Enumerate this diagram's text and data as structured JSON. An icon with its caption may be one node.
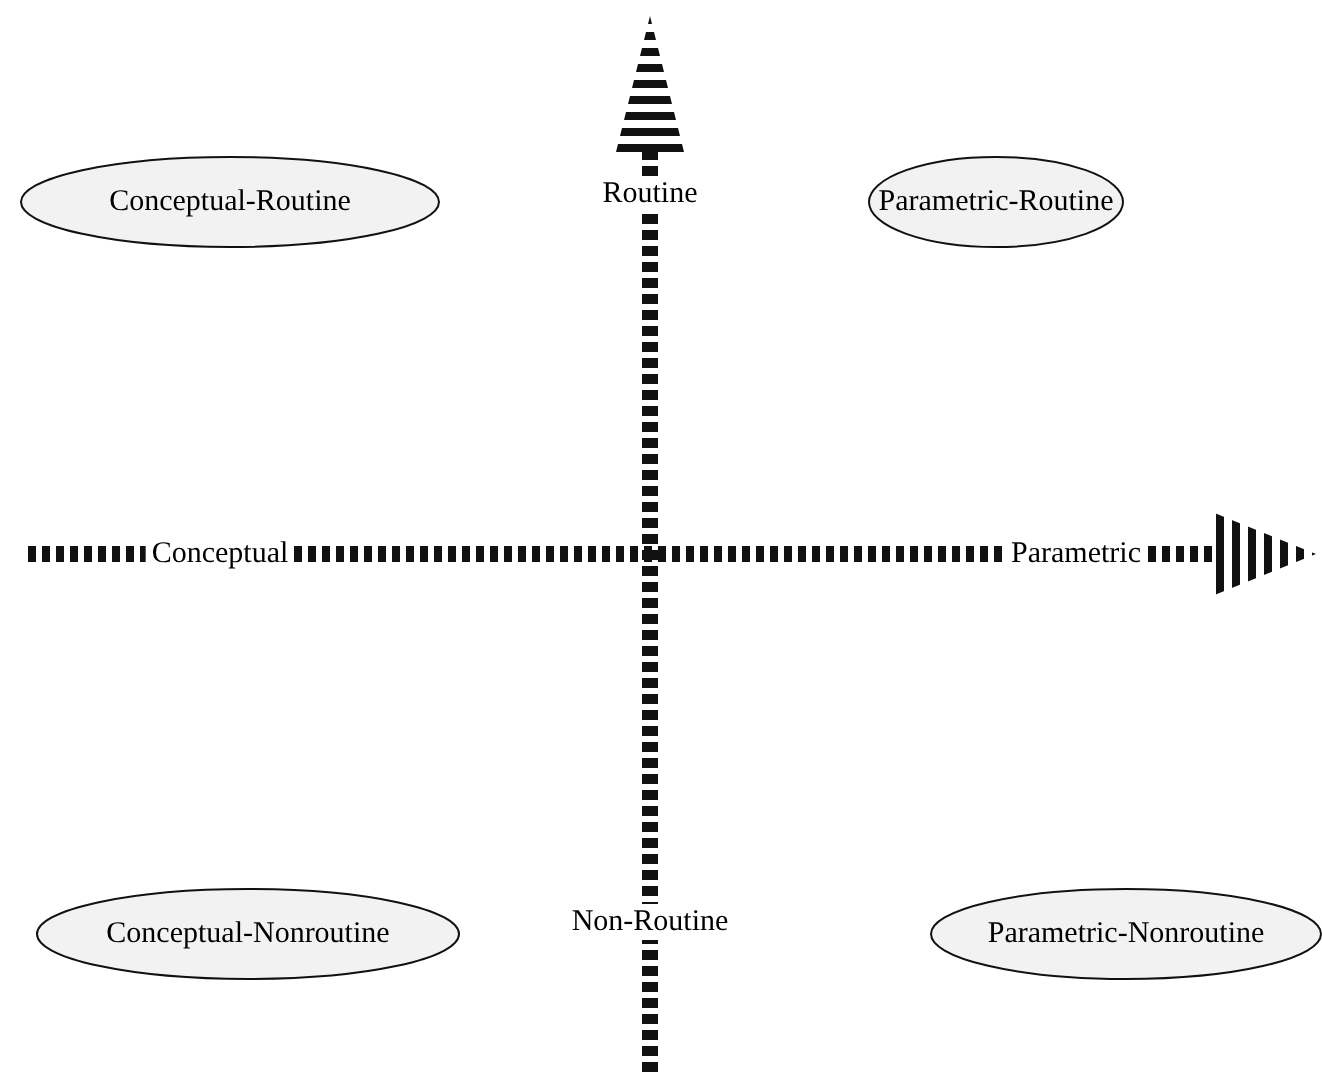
{
  "diagram": {
    "nodes": [
      {
        "text": [
          "Conceptual-Routine"
        ]
      },
      {
        "text": [
          "Parametric-Routine"
        ]
      },
      {
        "text": [
          "Conceptual-Nonroutine"
        ]
      },
      {
        "text": [
          "Parametric-Nonroutine"
        ]
      }
    ],
    "labels": [
      "Routine",
      "Conceptual",
      "Parametric",
      "Non-Routine"
    ]
  }
}
